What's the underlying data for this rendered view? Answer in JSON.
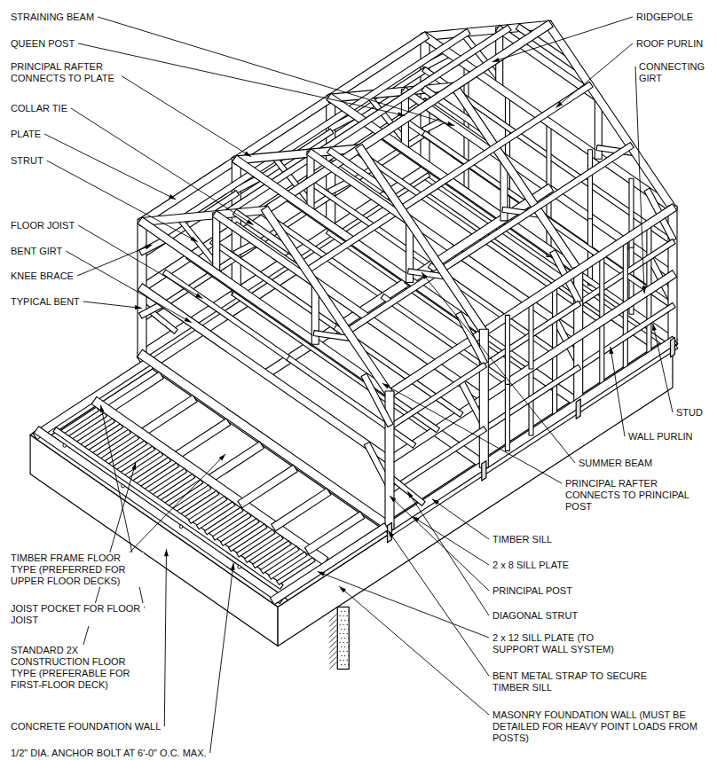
{
  "diagram": {
    "labels": [
      "STRAINING BEAM",
      "QUEEN POST",
      "PRINCIPAL RAFTER CONNECTS TO PLATE",
      "COLLAR TIE",
      "PLATE",
      "STRUT",
      "FLOOR JOIST",
      "BENT GIRT",
      "KNEE BRACE",
      "TYPICAL BENT",
      "TIMBER FRAME FLOOR TYPE (PREFERRED FOR UPPER FLOOR DECKS)",
      "JOIST POCKET FOR FLOOR JOIST",
      "STANDARD 2X CONSTRUCTION FLOOR TYPE (PREFERABLE FOR FIRST-FLOOR DECK)",
      "CONCRETE FOUNDATION WALL",
      "1/2\" DIA. ANCHOR BOLT AT 6'-0\" O.C. MAX.",
      "RIDGEPOLE",
      "ROOF PURLIN",
      "CONNECTING GIRT",
      "STUD",
      "WALL PURLIN",
      "SUMMER BEAM",
      "PRINCIPAL RAFTER CONNECTS TO PRINCIPAL POST",
      "TIMBER SILL",
      "2 x 8 SILL PLATE",
      "PRINCIPAL POST",
      "DIAGONAL STRUT",
      "2 x 12 SILL PLATE (TO SUPPORT WALL SYSTEM)",
      "BENT METAL STRAP TO SECURE TIMBER SILL",
      "MASONRY FOUNDATION WALL (MUST BE DETAILED FOR HEAVY POINT LOADS FROM POSTS)"
    ]
  }
}
